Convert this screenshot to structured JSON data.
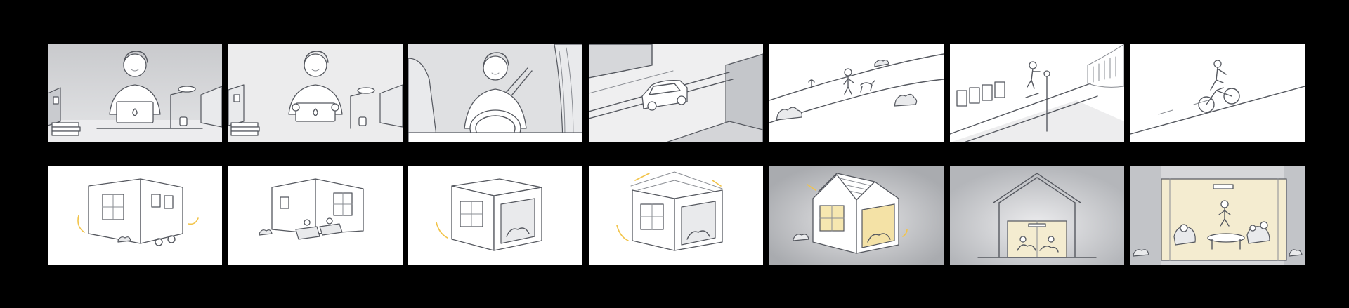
{
  "storyboard": {
    "columns": 7,
    "rows": 2,
    "background_color": "#000000",
    "frame_color": "#ffffff",
    "accent_color": "#f2c44a",
    "row1": [
      "person-at-laptop",
      "person-closing-laptop",
      "person-driving",
      "car-on-street",
      "people-walking-dog",
      "child-on-scooter",
      "person-cycling"
    ],
    "row2": [
      "room-corner-exterior",
      "room-corner-interior",
      "open-box-room",
      "room-with-roof-lines",
      "lit-house-night",
      "house-cross-section",
      "living-room-family"
    ]
  }
}
